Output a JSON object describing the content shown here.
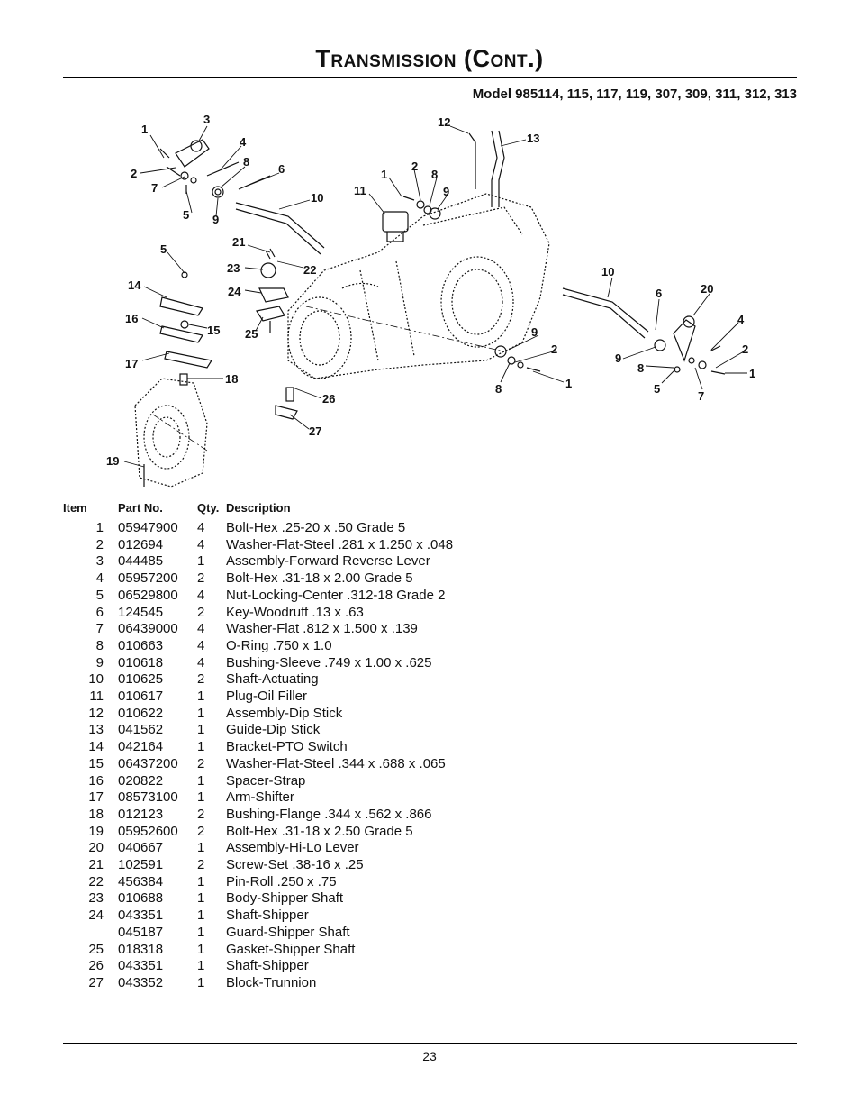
{
  "header": {
    "title": "Transmission (Cont.)",
    "model": "Model 985114, 115, 117, 119, 307, 309, 311, 312, 313"
  },
  "table": {
    "headers": {
      "item": "Item",
      "part": "Part No.",
      "qty": "Qty.",
      "desc": "Description"
    },
    "rows": [
      {
        "item": "1",
        "part": "05947900",
        "qty": "4",
        "desc": "Bolt-Hex .25-20 x .50 Grade 5"
      },
      {
        "item": "2",
        "part": "012694",
        "qty": "4",
        "desc": "Washer-Flat-Steel .281 x 1.250 x .048"
      },
      {
        "item": "3",
        "part": "044485",
        "qty": "1",
        "desc": "Assembly-Forward Reverse Lever"
      },
      {
        "item": "4",
        "part": "05957200",
        "qty": "2",
        "desc": "Bolt-Hex .31-18 x 2.00 Grade 5"
      },
      {
        "item": "5",
        "part": "06529800",
        "qty": "4",
        "desc": "Nut-Locking-Center .312-18 Grade 2"
      },
      {
        "item": "6",
        "part": "124545",
        "qty": "2",
        "desc": "Key-Woodruff .13 x .63"
      },
      {
        "item": "7",
        "part": "06439000",
        "qty": "4",
        "desc": "Washer-Flat .812 x 1.500 x .139"
      },
      {
        "item": "8",
        "part": "010663",
        "qty": "4",
        "desc": "O-Ring .750 x 1.0"
      },
      {
        "item": "9",
        "part": "010618",
        "qty": "4",
        "desc": "Bushing-Sleeve .749 x 1.00 x .625"
      },
      {
        "item": "10",
        "part": "010625",
        "qty": "2",
        "desc": "Shaft-Actuating"
      },
      {
        "item": "11",
        "part": "010617",
        "qty": "1",
        "desc": "Plug-Oil Filler"
      },
      {
        "item": "12",
        "part": "010622",
        "qty": "1",
        "desc": "Assembly-Dip Stick"
      },
      {
        "item": "13",
        "part": "041562",
        "qty": "1",
        "desc": "Guide-Dip Stick"
      },
      {
        "item": "14",
        "part": "042164",
        "qty": "1",
        "desc": "Bracket-PTO Switch"
      },
      {
        "item": "15",
        "part": "06437200",
        "qty": "2",
        "desc": "Washer-Flat-Steel .344 x .688 x .065"
      },
      {
        "item": "16",
        "part": "020822",
        "qty": "1",
        "desc": "Spacer-Strap"
      },
      {
        "item": "17",
        "part": "08573100",
        "qty": "1",
        "desc": "Arm-Shifter"
      },
      {
        "item": "18",
        "part": "012123",
        "qty": "2",
        "desc": "Bushing-Flange .344 x .562 x .866"
      },
      {
        "item": "19",
        "part": "05952600",
        "qty": "2",
        "desc": "Bolt-Hex .31-18 x 2.50 Grade 5"
      },
      {
        "item": "20",
        "part": "040667",
        "qty": "1",
        "desc": "Assembly-Hi-Lo Lever"
      },
      {
        "item": "21",
        "part": "102591",
        "qty": "2",
        "desc": "Screw-Set .38-16 x .25"
      },
      {
        "item": "22",
        "part": "456384",
        "qty": "1",
        "desc": "Pin-Roll .250 x .75"
      },
      {
        "item": "23",
        "part": "010688",
        "qty": "1",
        "desc": "Body-Shipper Shaft"
      },
      {
        "item": "24",
        "part": "043351",
        "qty": "1",
        "desc": "Shaft-Shipper"
      },
      {
        "item": "",
        "part": "045187",
        "qty": "1",
        "desc": "Guard-Shipper Shaft"
      },
      {
        "item": "25",
        "part": "018318",
        "qty": "1",
        "desc": "Gasket-Shipper Shaft"
      },
      {
        "item": "26",
        "part": "043351",
        "qty": "1",
        "desc": "Shaft-Shipper"
      },
      {
        "item": "27",
        "part": "043352",
        "qty": "1",
        "desc": "Block-Trunnion"
      }
    ]
  },
  "diagram": {
    "callouts": [
      "1",
      "3",
      "4",
      "2",
      "7",
      "8",
      "6",
      "5",
      "9",
      "10",
      "12",
      "13",
      "1",
      "2",
      "8",
      "11",
      "9",
      "5",
      "21",
      "23",
      "22",
      "24",
      "14",
      "16",
      "15",
      "25",
      "17",
      "18",
      "10",
      "6",
      "20",
      "4",
      "9",
      "2",
      "9",
      "8",
      "2",
      "1",
      "8",
      "1",
      "5",
      "7",
      "26",
      "27",
      "19"
    ]
  },
  "footer": {
    "page": "23"
  }
}
